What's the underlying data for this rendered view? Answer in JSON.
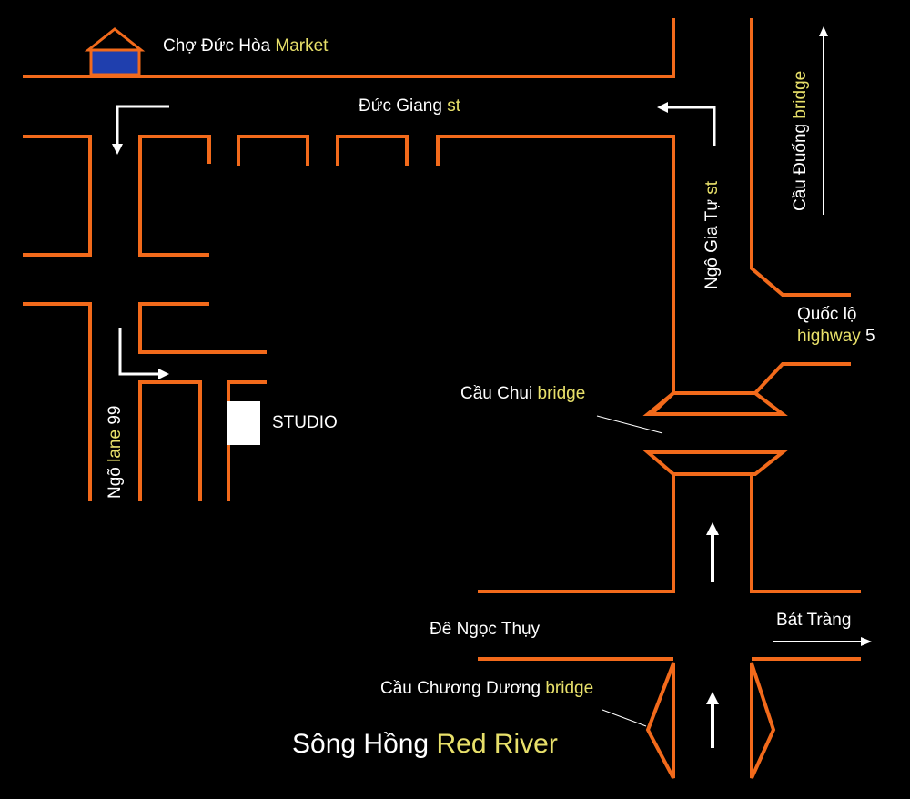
{
  "colors": {
    "road": "#f26a1b",
    "arrow": "#ffffff",
    "label": "#ffffff",
    "english": "#e8e06a",
    "market_roof": "#1f3fae",
    "studio": "#ffffff"
  },
  "icons": {
    "market": "market-building-icon",
    "studio": "studio-marker",
    "arrows": "direction-arrow-icon"
  },
  "labels": {
    "market": {
      "vi": "Chợ Đức Hòa",
      "en": "Market"
    },
    "duc_giang": {
      "vi": "Đức Giang",
      "en": "st"
    },
    "ngo_gia_tu": {
      "vi": "Ngô Gia Tự",
      "en": "st"
    },
    "cau_duong": {
      "vi": "Cầu Đuống",
      "en": "bridge"
    },
    "quoc_lo": {
      "vi": "Quốc lộ",
      "en": "highway",
      "num": "5"
    },
    "cau_chui": {
      "vi": "Cầu Chui",
      "en": "bridge"
    },
    "studio": "STUDIO",
    "ngo_lane": {
      "vi": "Ngõ",
      "en": "lane",
      "num": "99"
    },
    "de_ngoc_thuy": "Đê Ngọc Thụy",
    "bat_trang": "Bát Tràng",
    "cau_chuong_duong": {
      "vi": "Cầu Chương Dương",
      "en": "bridge"
    },
    "song_hong": {
      "vi": "Sông Hồng",
      "en": "Red River"
    }
  }
}
